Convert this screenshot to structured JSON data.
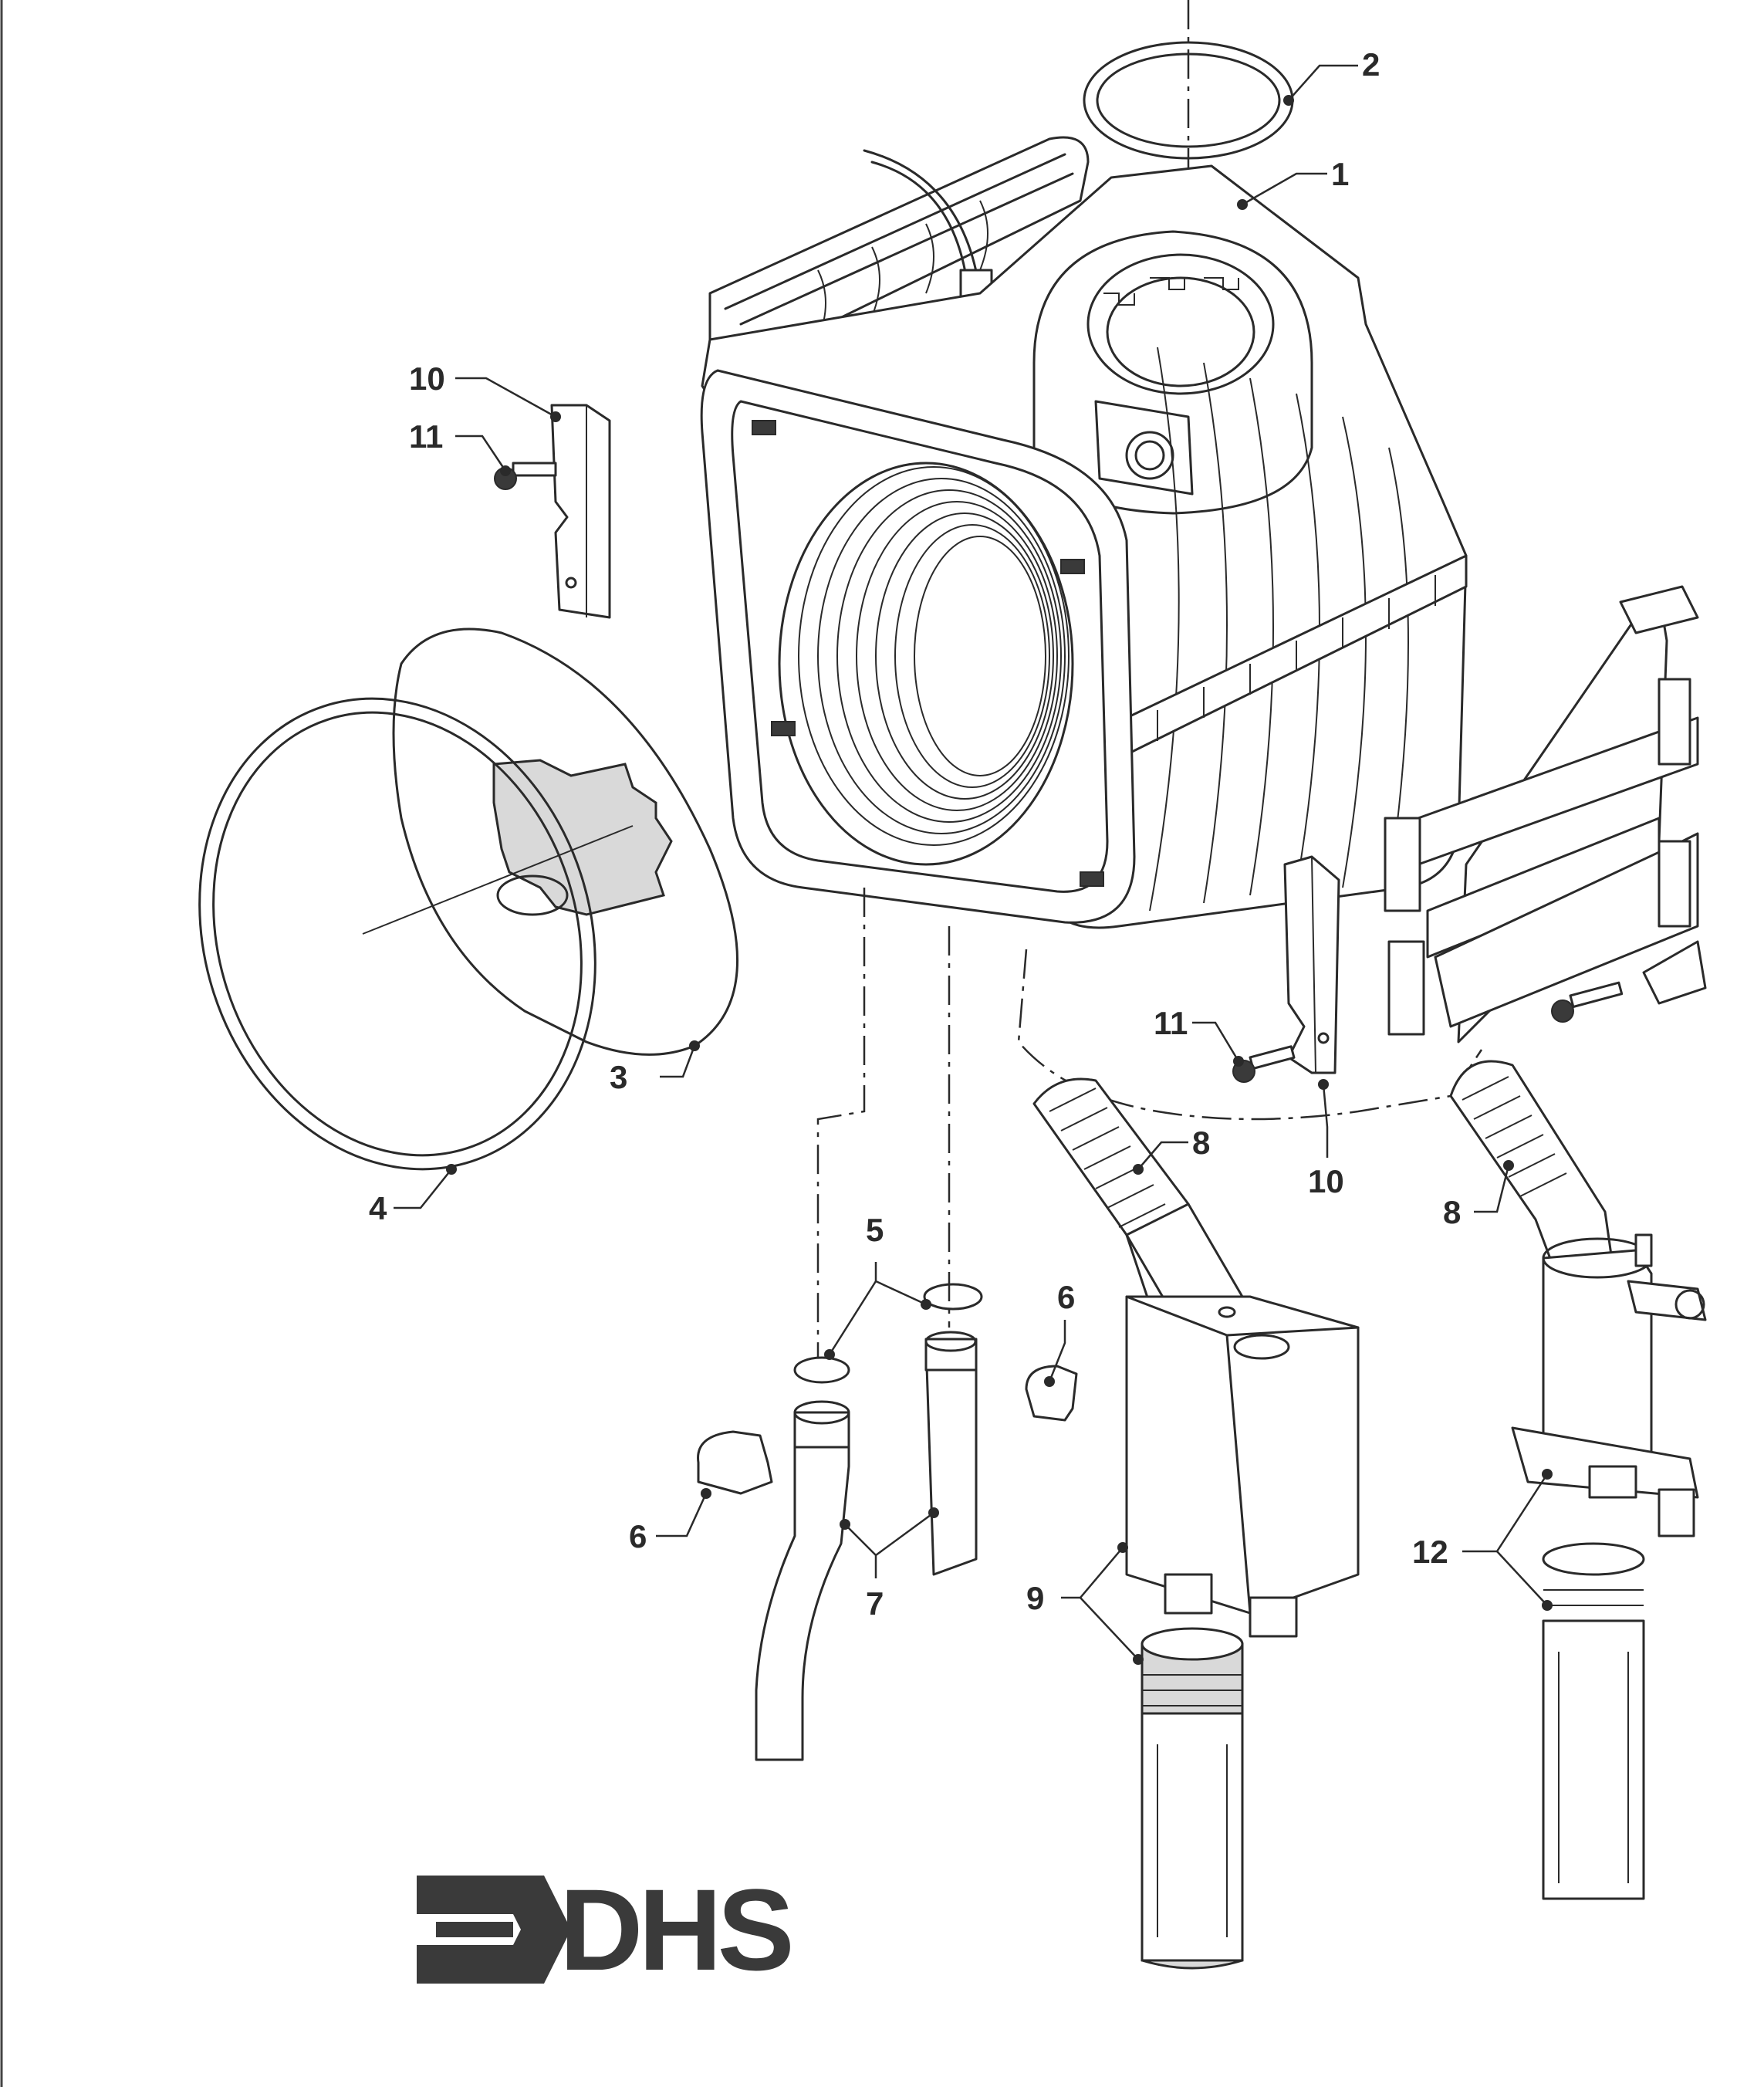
{
  "callouts": {
    "c1": "1",
    "c2": "2",
    "c3": "3",
    "c4": "4",
    "c5": "5",
    "c6a": "6",
    "c6b": "6",
    "c7": "7",
    "c8a": "8",
    "c8b": "8",
    "c9": "9",
    "c10a": "10",
    "c10b": "10",
    "c11a": "11",
    "c11b": "11",
    "c12": "12"
  },
  "logo": {
    "text": "DHS"
  },
  "colors": {
    "ink": "#2a2a2a",
    "logo": "#3a3a3a"
  }
}
